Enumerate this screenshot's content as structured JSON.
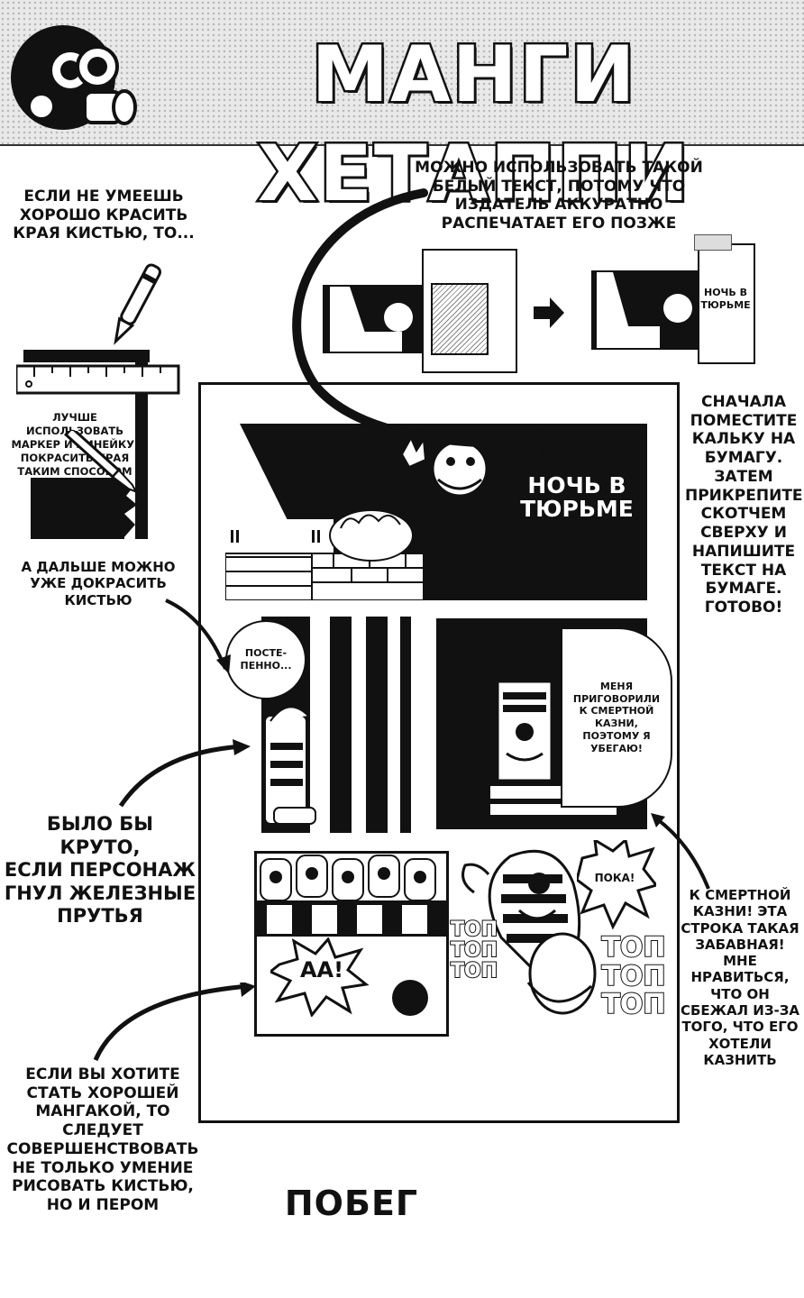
{
  "header": {
    "title": "МАНГИ ХЕТАППИ",
    "logo_icon": "gas-mask-icon"
  },
  "notes": {
    "brush_edges": "ЕСЛИ НЕ УМЕЕШЬ\nХОРОШО КРАСИТЬ\nКРАЯ КИСТЬЮ, ТО...",
    "white_text": "МОЖНО ИСПОЛЬЗОВАТЬ ТАКОЙ\nБЕЛЫЙ ТЕКСТ, ПОТОМУ ЧТО\nИЗДАТЕЛЬ АККУРАТНО\nРАСПЕЧАТАЕТ ЕГО ПОЗЖЕ",
    "marker_ruler": "ЛУЧШЕ ИСПОЛЬЗОВАТЬ\nМАРКЕР И ЛИНЕЙКУ,\nПОКРАСИТЬ КРАЯ\nТАКИМ СПОСОБОМ",
    "then_brush": "А ДАЛЬШЕ МОЖНО\nУЖЕ ДОКРАСИТЬ\nКИСТЬЮ",
    "tracing_paper": "СНАЧАЛА\nПОМЕСТИТЕ\nКАЛЬКУ НА\nБУМАГУ.\nЗАТЕМ\nПРИКРЕПИТЕ\nСКОТЧЕМ\nСВЕРХУ И\nНАПИШИТЕ\nТЕКСТ НА\nБУМАГЕ.\nГОТОВО!",
    "iron_bars": "БЫЛО БЫ КРУТО,\nЕСЛИ ПЕРСОНАЖ\nГНУЛ ЖЕЛЕЗНЫЕ\nПРУТЬЯ",
    "death_line": "К СМЕРТНОЙ\nКАЗНИ! ЭТА\nСТРОКА ТАКАЯ\nЗАБАВНАЯ!\nМНЕ\nНРАВИТЬСЯ,\nЧТО ОН\nСБЕЖАЛ ИЗ-ЗА\nТОГО, ЧТО ЕГО\nХОТЕЛИ\nКАЗНИТЬ",
    "good_mangaka": "ЕСЛИ ВЫ ХОТИТЕ\nСТАТЬ ХОРОШЕЙ\nМАНГАКОЙ, ТО\nСЛЕДУЕТ\nСОВЕРШЕНСТВОВАТЬ\nНЕ ТОЛЬКО УМЕНИЕ\nРИСОВАТЬ КИСТЬЮ,\nНО И ПЕРОМ"
  },
  "mini_panels": {
    "after_label": "НОЧЬ В\nТЮРЬМЕ"
  },
  "comic": {
    "panel1_text": "НОЧЬ В\nТЮРЬМЕ",
    "bubble_slowly": "ПОСТЕ-\nПЕННО...",
    "bubble_sentenced": "МЕНЯ\nПРИГОВОРИЛИ\nК СМЕРТНОЙ\nКАЗНИ,\nПОЭТОМУ Я\nУБЕГАЮ!",
    "bubble_bye": "ПОКА!",
    "sfx_aa": "АА!",
    "sfx_top_left": "ТОП\nТОП\nТОП",
    "sfx_top_right": "ТОП\nТОП\nТОП"
  },
  "caption": "ПОБЕГ",
  "colors": {
    "ink": "#111111",
    "paper": "#ffffff",
    "screen_tone": "#e9e9e9"
  }
}
